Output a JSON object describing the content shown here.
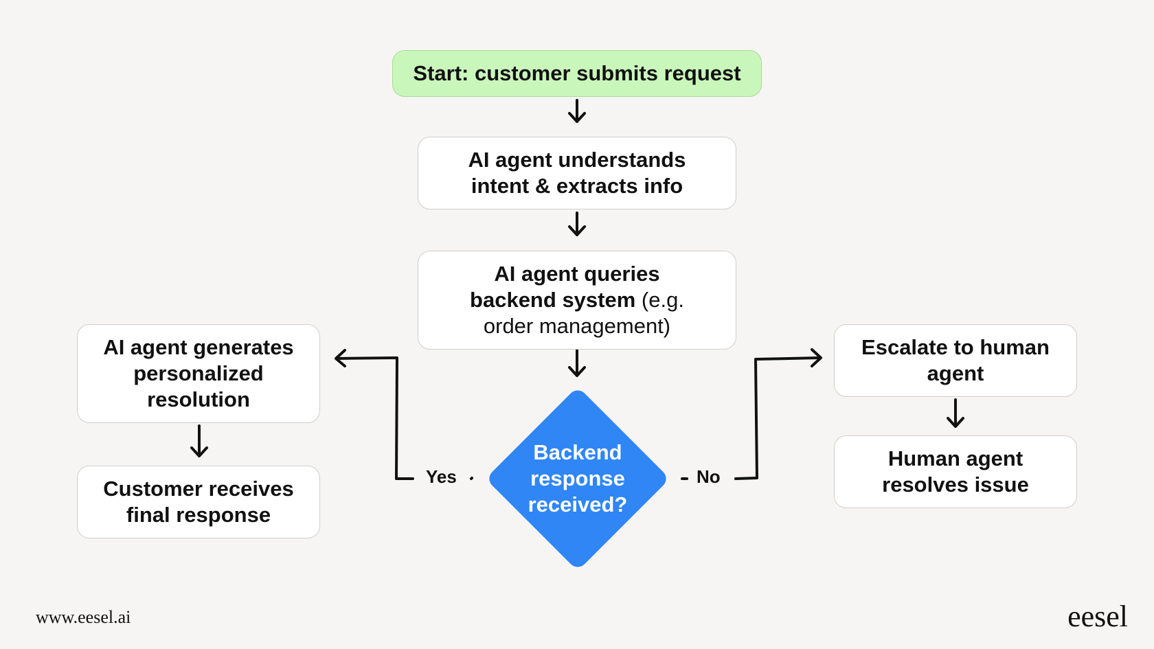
{
  "nodes": {
    "start": "Start: customer submits request",
    "understand_line1": "AI agent understands",
    "understand_line2": "intent & extracts info",
    "query_bold1": "AI agent queries backend",
    "query_bold2": "system",
    "query_light": " (e.g. order management)",
    "generate": "AI agent generates personalized resolution",
    "receive": "Customer receives final response",
    "escalate": "Escalate to human agent",
    "human_resolves": "Human agent resolves issue"
  },
  "decision": {
    "label": "Backend response received?",
    "yes": "Yes",
    "no": "No"
  },
  "colors": {
    "background": "#f6f5f3",
    "start_fill": "#c9f7bb",
    "decision_fill": "#2f86f4",
    "line": "#111111"
  },
  "footer": {
    "url": "www.eesel.ai",
    "logo": "eesel"
  }
}
